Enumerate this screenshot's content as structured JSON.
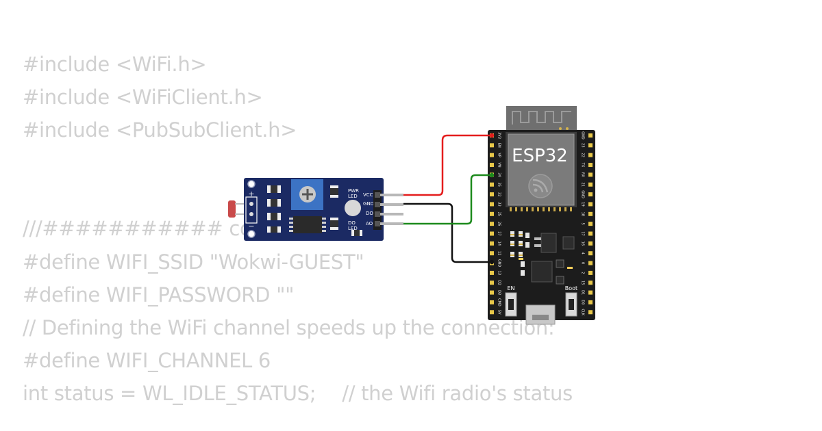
{
  "code": {
    "lines": [
      "#include <WiFi.h>",
      "#include <WiFiClient.h>",
      "#include <PubSubClient.h>",
      "",
      "",
      "///########### config the wifi",
      "#define WIFI_SSID \"Wokwi-GUEST\"",
      "#define WIFI_PASSWORD \"\"",
      "// Defining the WiFi channel speeds up the connection:",
      "#define WIFI_CHANNEL 6"
    ],
    "status_code": "int status = WL_IDLE_STATUS;",
    "status_comment": "// the Wifi radio's status"
  },
  "sensor": {
    "plus": "+",
    "minus": "−",
    "pwr_led": [
      "PWR",
      "LED"
    ],
    "do_led": [
      "DO",
      "LED"
    ],
    "pins": [
      "VCC",
      "GND",
      "DO",
      "AO"
    ]
  },
  "esp32": {
    "title": "ESP32",
    "en_label": "EN",
    "boot_label": "Boot",
    "left_pins": [
      "3V3",
      "EN",
      "VP",
      "VN",
      "34",
      "35",
      "32",
      "33",
      "25",
      "26",
      "27",
      "14",
      "12",
      "GND",
      "13",
      "D2",
      "D3",
      "CMD",
      "5V"
    ],
    "right_pins": [
      "GND",
      "23",
      "22",
      "TX",
      "RX",
      "21",
      "GND",
      "19",
      "18",
      "5",
      "17",
      "16",
      "4",
      "0",
      "2",
      "15",
      "D1",
      "D0",
      "CLK"
    ]
  },
  "wires": [
    {
      "name": "vcc-wire",
      "color": "#e41d1d"
    },
    {
      "name": "gnd-wire",
      "color": "#111111"
    },
    {
      "name": "ao-wire",
      "color": "#1c8a1c"
    }
  ]
}
